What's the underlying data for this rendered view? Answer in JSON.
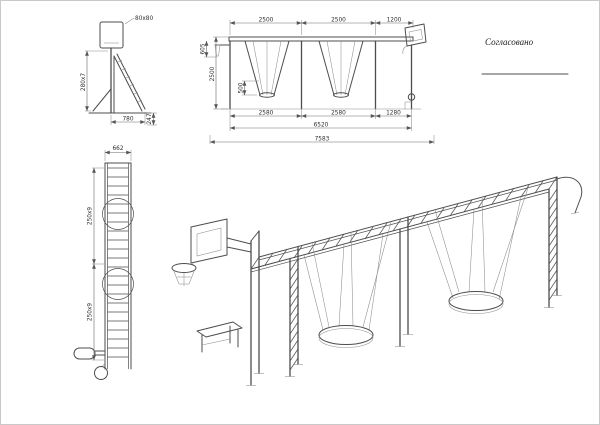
{
  "approval": {
    "label": "Согласовано"
  },
  "side_view": {
    "dim_backboard": "80x80",
    "dim_height": "280x7",
    "dim_base": "780",
    "dim_foot": "247"
  },
  "front_view": {
    "dim_top_1": "2500",
    "dim_top_2": "2500",
    "dim_top_3": "1200",
    "dim_ring_offset": "605",
    "dim_height": "2500",
    "dim_basket_depth": "500",
    "dim_bottom_1": "2580",
    "dim_bottom_2": "2580",
    "dim_bottom_3": "1280",
    "dim_inner_span": "6520",
    "dim_total_length": "7583"
  },
  "ladder_view": {
    "dim_width": "662",
    "dim_rungs_upper": "250x9",
    "dim_rungs_lower": "250x9"
  }
}
